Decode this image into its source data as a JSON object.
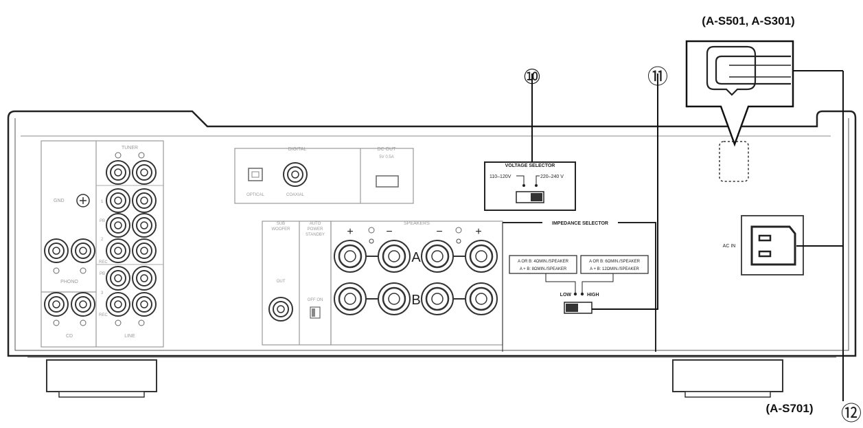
{
  "models": {
    "top": "(A-S501, A-S301)",
    "bottom": "(A-S701)"
  },
  "callouts": {
    "c10": "⑩",
    "c11": "⑪",
    "c12": "⑫"
  },
  "panel": {
    "tuner": "TUNER",
    "gnd": "GND",
    "phono": "PHONO",
    "cd": "CD",
    "line": "LINE",
    "line_rows": [
      "1",
      "PB",
      "2",
      "REC",
      "PB",
      "3",
      "REC"
    ],
    "digital": "DIGITAL",
    "optical": "OPTICAL",
    "coaxial": "COAXIAL",
    "dc_out": "DC OUT",
    "dc_out_sub": "5V 0.5A",
    "sub_woofer_1": "SUB",
    "sub_woofer_2": "WOOFER",
    "sub_out": "OUT",
    "auto_power_1": "AUTO",
    "auto_power_2": "POWER",
    "auto_power_3": "STANDBY",
    "off_on": "OFF ON",
    "speakers": "SPEAKERS",
    "speaker_a": "A",
    "speaker_b": "B",
    "voltage_selector": "VOLTAGE SELECTOR",
    "volt_low": "110–120V",
    "volt_high": "220–240 V",
    "impedance_selector": "IMPEDANCE SELECTOR",
    "imp_box1_line1": "A OR B: 4ΩMIN./SPEAKER",
    "imp_box1_line2": "A + B: 8ΩMIN./SPEAKER",
    "imp_box2_line1": "A OR B: 6ΩMIN./SPEAKER",
    "imp_box2_line2": "A + B: 12ΩMIN./SPEAKER",
    "low": "LOW",
    "high": "HIGH",
    "ac_in": "AC IN"
  }
}
